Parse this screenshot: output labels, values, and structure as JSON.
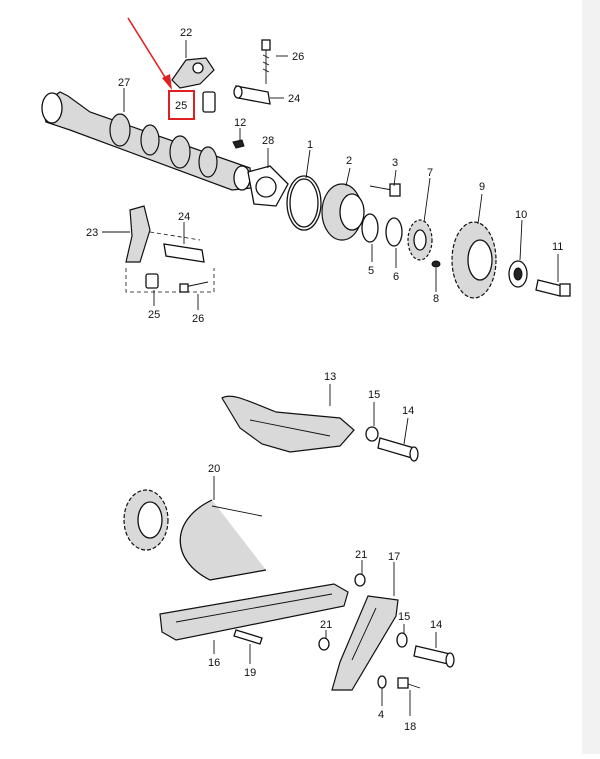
{
  "callouts": {
    "c22": "22",
    "c26a": "26",
    "c24a": "24",
    "c25a": "25",
    "c27": "27",
    "c12": "12",
    "c28": "28",
    "c1": "1",
    "c2": "2",
    "c3": "3",
    "c7": "7",
    "c9": "9",
    "c10": "10",
    "c11": "11",
    "c5": "5",
    "c6": "6",
    "c8": "8",
    "c23": "23",
    "c24b": "24",
    "c25b": "25",
    "c26b": "26",
    "c13": "13",
    "c15a": "15",
    "c14a": "14",
    "c20": "20",
    "c21a": "21",
    "c17": "17",
    "c15b": "15",
    "c14b": "14",
    "c21b": "21",
    "c16": "16",
    "c19": "19",
    "c4": "4",
    "c18": "18"
  },
  "highlight": {
    "color": "#e02020",
    "target": "25"
  },
  "colors": {
    "line": "#111111",
    "background": "#ffffff",
    "strip": "#f2f2f2"
  }
}
